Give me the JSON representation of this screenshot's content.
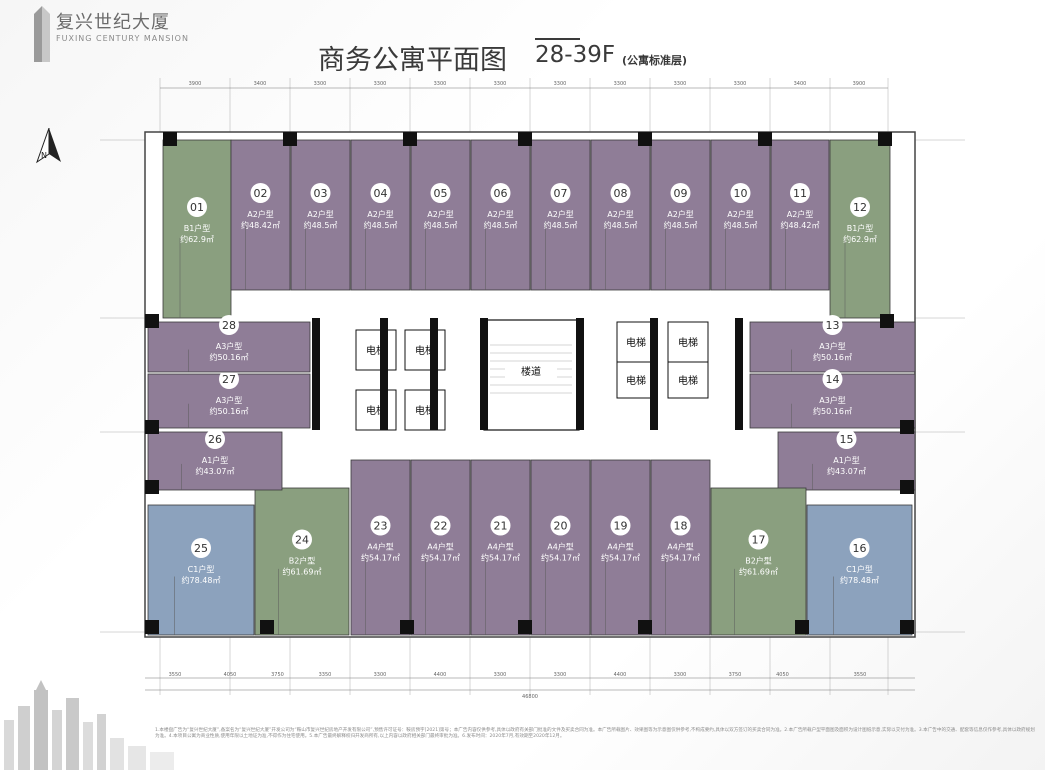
{
  "brand": {
    "name": "复兴世纪大厦",
    "subtitle": "FUXING CENTURY MANSION"
  },
  "header": {
    "title": "商务公寓平面图",
    "floors": "28-39F",
    "floors_note": "(公寓标准层)"
  },
  "compass": {
    "label": "N"
  },
  "colors": {
    "type_A": "#8f7d97",
    "type_B": "#8a9f7f",
    "type_C": "#8ca2bd",
    "core": "#ffffff",
    "wall": "#111111",
    "line": "#9a9a9a"
  },
  "units": [
    {
      "no": "01",
      "type": "B1户型",
      "area": "约62.9㎡",
      "group": "B"
    },
    {
      "no": "02",
      "type": "A2户型",
      "area": "约48.42㎡",
      "group": "A"
    },
    {
      "no": "03",
      "type": "A2户型",
      "area": "约48.5㎡",
      "group": "A"
    },
    {
      "no": "04",
      "type": "A2户型",
      "area": "约48.5㎡",
      "group": "A"
    },
    {
      "no": "05",
      "type": "A2户型",
      "area": "约48.5㎡",
      "group": "A"
    },
    {
      "no": "06",
      "type": "A2户型",
      "area": "约48.5㎡",
      "group": "A"
    },
    {
      "no": "07",
      "type": "A2户型",
      "area": "约48.5㎡",
      "group": "A"
    },
    {
      "no": "08",
      "type": "A2户型",
      "area": "约48.5㎡",
      "group": "A"
    },
    {
      "no": "09",
      "type": "A2户型",
      "area": "约48.5㎡",
      "group": "A"
    },
    {
      "no": "10",
      "type": "A2户型",
      "area": "约48.5㎡",
      "group": "A"
    },
    {
      "no": "11",
      "type": "A2户型",
      "area": "约48.42㎡",
      "group": "A"
    },
    {
      "no": "12",
      "type": "B1户型",
      "area": "约62.9㎡",
      "group": "B"
    },
    {
      "no": "13",
      "type": "A3户型",
      "area": "约50.16㎡",
      "group": "A"
    },
    {
      "no": "14",
      "type": "A3户型",
      "area": "约50.16㎡",
      "group": "A"
    },
    {
      "no": "15",
      "type": "A1户型",
      "area": "约43.07㎡",
      "group": "A"
    },
    {
      "no": "16",
      "type": "C1户型",
      "area": "约78.48㎡",
      "group": "C"
    },
    {
      "no": "17",
      "type": "B2户型",
      "area": "约61.69㎡",
      "group": "B"
    },
    {
      "no": "18",
      "type": "A4户型",
      "area": "约54.17㎡",
      "group": "A"
    },
    {
      "no": "19",
      "type": "A4户型",
      "area": "约54.17㎡",
      "group": "A"
    },
    {
      "no": "20",
      "type": "A4户型",
      "area": "约54.17㎡",
      "group": "A"
    },
    {
      "no": "21",
      "type": "A4户型",
      "area": "约54.17㎡",
      "group": "A"
    },
    {
      "no": "22",
      "type": "A4户型",
      "area": "约54.17㎡",
      "group": "A"
    },
    {
      "no": "23",
      "type": "A4户型",
      "area": "约54.17㎡",
      "group": "A"
    },
    {
      "no": "24",
      "type": "B2户型",
      "area": "约61.69㎡",
      "group": "B"
    },
    {
      "no": "25",
      "type": "C1户型",
      "area": "约78.48㎡",
      "group": "C"
    },
    {
      "no": "26",
      "type": "A1户型",
      "area": "约43.07㎡",
      "group": "A"
    },
    {
      "no": "27",
      "type": "A3户型",
      "area": "约50.16㎡",
      "group": "A"
    },
    {
      "no": "28",
      "type": "A3户型",
      "area": "约50.16㎡",
      "group": "A"
    }
  ],
  "core": {
    "elevator_label": "电梯",
    "stair_label": "楼道"
  },
  "dimensions": {
    "top": [
      "3900",
      "3400",
      "3300",
      "3300",
      "3300",
      "3300",
      "3300",
      "3300",
      "3300",
      "3300",
      "3400",
      "3900"
    ],
    "bottom": [
      "3550",
      "4050",
      "3750",
      "3350",
      "3300",
      "4400",
      "3300",
      "3300",
      "4400",
      "3300",
      "3750",
      "4050",
      "3550"
    ],
    "total": "46800"
  },
  "disclaimer": "1.本楼盘广告为“复兴世纪大厦”,备案名为“复兴世纪大厦”开发公司为“鞍山市复兴世纪房地产开发有限公司”,预售许可证号：鞍房预字[2021]第号；本广告内容仅供参考,具体以政府有关部门批准的文件及买卖合同为准。本广告所载图片、效果图等为示意图仅供参考,不构成要约,具体以双方签订的买卖合同为准。2.本广告所载户型平面图及面积为设计图纸示意,实际以交付为准。3.本广告中的交通、配套等信息仅作参考,具体以政府规划为准。4.本项目公寓为商业性质,使用年限以土地证为准,不得作为住宅使用。5.本广告最终解释权归开发商所有,以上内容以政府相关部门最终审批为准。6.发布时间：2020年7月,有效期至2020年12月。"
}
